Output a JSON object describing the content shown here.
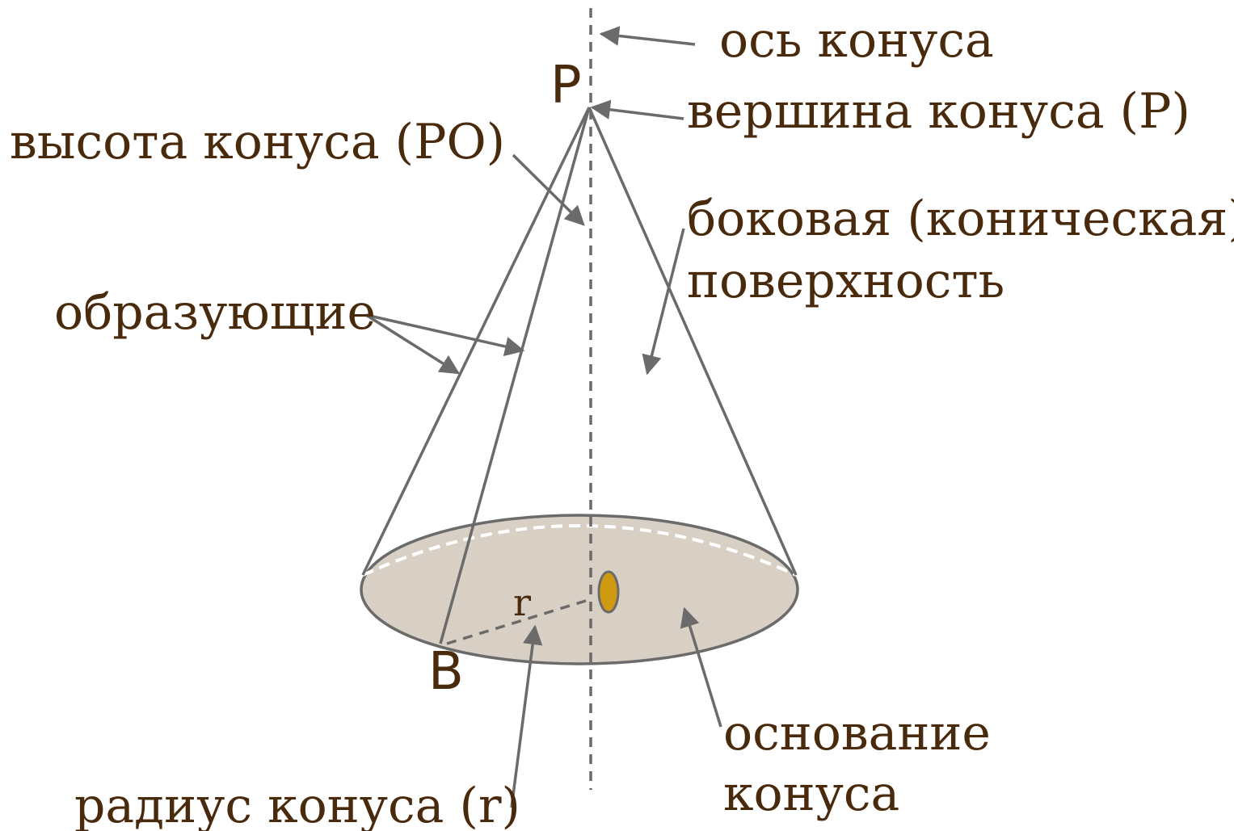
{
  "labels": {
    "axis": "ось конуса",
    "apex": "вершина конуса (P)",
    "height": "высота конуса (PO)",
    "lateral_1": "боковая (коническая)",
    "lateral_2": "поверхность",
    "generatrices": "образующие",
    "base_1": "основание",
    "base_2": "конуса",
    "radius": "радиус конуса (r)"
  },
  "points": {
    "apex": "P",
    "base_point": "B",
    "radius_symbol": "r"
  },
  "colors": {
    "text": "#4a2a0c",
    "lines": "#6b6b6b",
    "base_fill": "#d8d0c4",
    "center_dot": "#d09a10"
  }
}
